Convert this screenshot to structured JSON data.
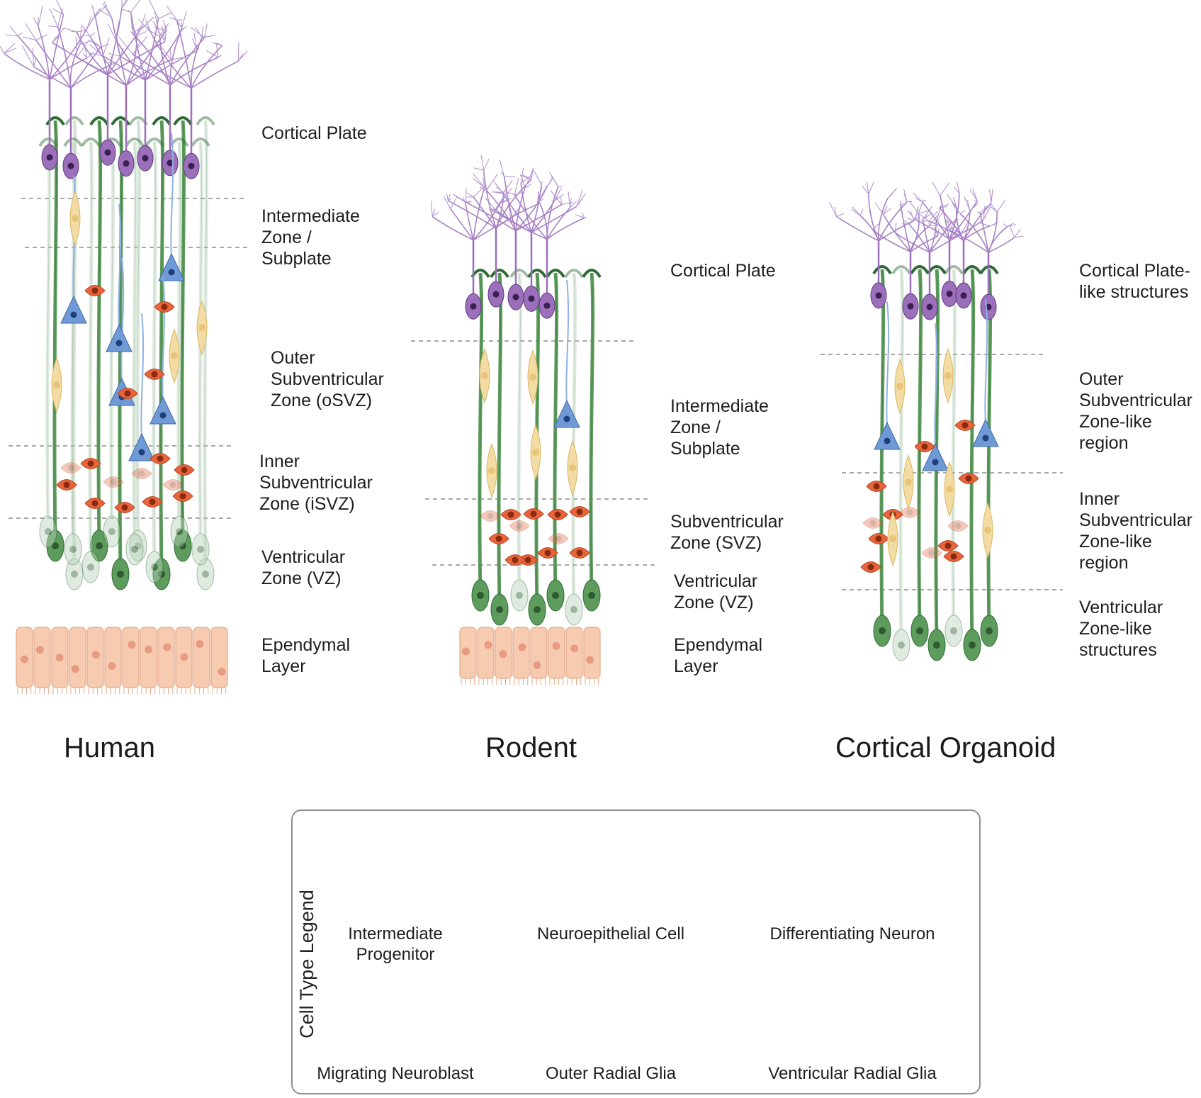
{
  "columns": {
    "human": {
      "title": "Human",
      "zones": {
        "cortical_plate": "Cortical Plate",
        "intermediate_zone": "Intermediate\nZone /\nSubplate",
        "osvz": "Outer\nSubventricular\nZone (oSVZ)",
        "isvz": "Inner\nSubventricular\nZone (iSVZ)",
        "vz": "Ventricular\nZone (VZ)",
        "ependymal": "Ependymal\nLayer"
      }
    },
    "rodent": {
      "title": "Rodent",
      "zones": {
        "cortical_plate": "Cortical Plate",
        "intermediate_zone": "Intermediate\nZone /\nSubplate",
        "svz": "Subventricular\nZone (SVZ)",
        "vz": "Ventricular\nZone (VZ)",
        "ependymal": "Ependymal\nLayer"
      }
    },
    "organoid": {
      "title": "Cortical Organoid",
      "zones": {
        "cortical_plate": "Cortical Plate-\nlike structures",
        "osvz": "Outer\nSubventricular\nZone-like\nregion",
        "isvz": "Inner\nSubventricular\nZone-like\nregion",
        "vz": "Ventricular\nZone-like\nstructures"
      }
    }
  },
  "legend": {
    "heading": "Cell Type Legend",
    "items": {
      "intermediate_progenitor": "Intermediate\nProgenitor",
      "neuroepithelial_cell": "Neuroepithelial Cell",
      "differentiating_neuron": "Differentiating Neuron",
      "migrating_neuroblast": "Migrating Neuroblast",
      "outer_radial_glia": "Outer Radial Glia",
      "ventricular_radial_glia": "Ventricular Radial Glia"
    }
  },
  "colors": {
    "intermediate_progenitor": "#e8643c",
    "neuroepithelial_cell": "#f6cbb0",
    "differentiating_neuron": "#9c6fbb",
    "migrating_neuroblast": "#f3dca3",
    "outer_radial_glia": "#6f9ad6",
    "ventricular_radial_glia": "#5e9c5d",
    "zone_divider": "#a8a8a8",
    "legend_border": "#8f8f8f"
  }
}
